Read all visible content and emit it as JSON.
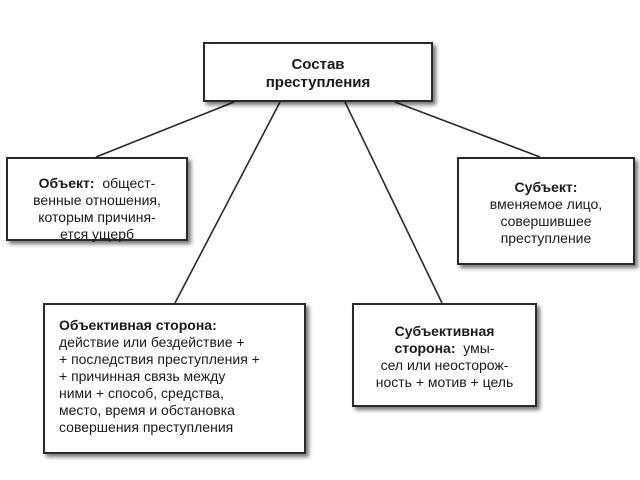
{
  "diagram": {
    "root": {
      "lines": [
        "Состав",
        "преступления"
      ]
    },
    "object": {
      "heading": "Объект:",
      "lines": [
        "общест-",
        "венные отношения,",
        "которым причиня-",
        "ется ущерб"
      ]
    },
    "subject": {
      "heading": "Субъект:",
      "lines": [
        "вменяемое лицо,",
        "совершившее",
        "преступление"
      ]
    },
    "objective_side": {
      "heading": "Объективная сторона:",
      "lines": [
        "действие или бездействие +",
        "+ последствия преступления +",
        "+ причинная связь между",
        "ними + способ, средства,",
        "место, время и обстановка",
        "совершения преступления"
      ]
    },
    "subjective_side": {
      "heading_line1": "Субъективная",
      "heading_line2": "сторона:",
      "lines": [
        "умы-",
        "сел или неосторож-",
        "ность + мотив + цель"
      ]
    },
    "colors": {
      "stroke": "#2a2a2a",
      "text": "#1a1a1a",
      "background": "#ffffff"
    }
  }
}
